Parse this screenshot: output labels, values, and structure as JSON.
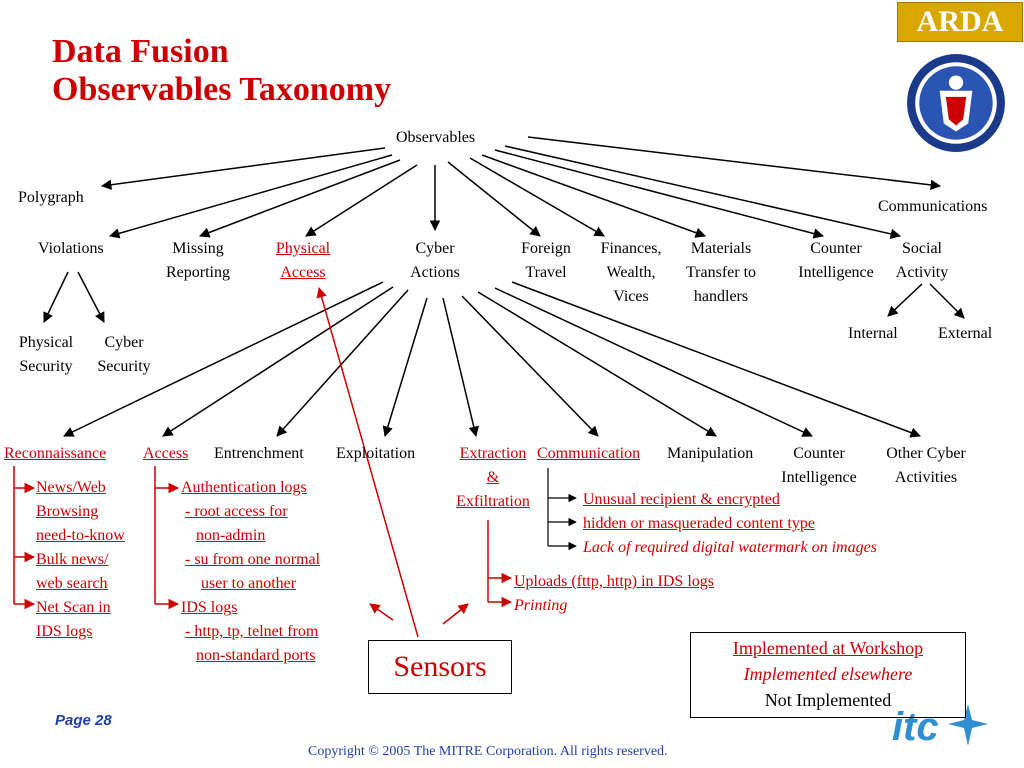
{
  "title": {
    "line1": "Data Fusion",
    "line2": "Observables Taxonomy"
  },
  "logo": {
    "arda": "ARDA",
    "seal_icon": "cia-seal-icon",
    "itc_icon": "itc-logo-icon"
  },
  "root": "Observables",
  "level1": {
    "polygraph": "Polygraph",
    "communications": "Communications",
    "violations": "Violations",
    "missing_reporting": [
      "Missing",
      "Reporting"
    ],
    "physical_access": [
      "Physical",
      "Access"
    ],
    "cyber_actions": [
      "Cyber",
      "Actions"
    ],
    "foreign_travel": [
      "Foreign",
      "Travel"
    ],
    "finances": [
      "Finances,",
      "Wealth,",
      "Vices"
    ],
    "materials": [
      "Materials",
      "Transfer to",
      "handlers"
    ],
    "counter_intelligence": [
      "Counter",
      "Intelligence"
    ],
    "social_activity": [
      "Social",
      "Activity"
    ]
  },
  "violations_children": {
    "physical_security": [
      "Physical",
      "Security"
    ],
    "cyber_security": [
      "Cyber",
      "Security"
    ]
  },
  "social_children": {
    "internal": "Internal",
    "external": "External"
  },
  "cyber_children": {
    "reconnaissance": "Reconnaissance",
    "access": "Access",
    "entrenchment": "Entrenchment",
    "exploitation": "Exploitation",
    "extraction": [
      "Extraction",
      "&",
      "Exfiltration"
    ],
    "communication": "Communication",
    "manipulation": "Manipulation",
    "counter_intelligence": [
      "Counter",
      "Intelligence"
    ],
    "other": [
      "Other Cyber",
      "Activities"
    ]
  },
  "reconnaissance_items": [
    "News/Web",
    "Browsing",
    "need-to-know",
    "Bulk news/",
    "web search",
    "Net Scan in",
    "IDS logs"
  ],
  "access_items": [
    "Authentication logs",
    "- root access for",
    "non-admin",
    "- su from one normal",
    "user  to another",
    "IDS logs",
    "- http, tp, telnet from",
    "non-standard ports"
  ],
  "communication_items": {
    "unusual": "Unusual recipient & encrypted",
    "hidden": "hidden or masqueraded content type",
    "watermark": "Lack of required digital watermark on images"
  },
  "extraction_items": {
    "uploads": "Uploads (fttp, http) in IDS logs",
    "printing": "Printing"
  },
  "sensors": "Sensors",
  "legend": {
    "workshop": "Implemented at Workshop",
    "elsewhere": "Implemented elsewhere",
    "not": "Not Implemented"
  },
  "footer": {
    "page": "Page 28",
    "copyright": "Copyright © 2005  The MITRE Corporation. All rights reserved."
  },
  "colors": {
    "title": "#cc0000",
    "implemented": "#cc0000",
    "footer": "#1f3fa8",
    "arda": "#d9a800"
  }
}
